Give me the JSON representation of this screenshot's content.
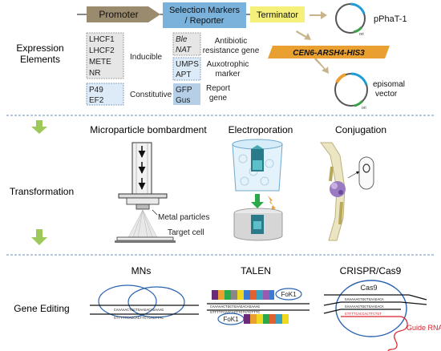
{
  "sections": {
    "expression": "Expression\nElements",
    "transformation": "Transformation",
    "gene_editing": "Gene Editing"
  },
  "cassette": {
    "promoter": "Promoter",
    "selection": "Selection Markers\n/ Reporter",
    "terminator": "Terminator"
  },
  "plasmids": {
    "phat": "pPhaT-1",
    "cen": "CEN6-ARSH4-HIS3",
    "episomal": "episomal\nvector",
    "ori": "ori"
  },
  "promoters": {
    "inducible_items": [
      "LHCF1",
      "LHCF2",
      "METE",
      "NR"
    ],
    "inducible_label": "Inducible",
    "constitutive_items": [
      "P49",
      "EF2"
    ],
    "constitutive_label": "Constitutive"
  },
  "markers": {
    "antibiotic_items": [
      "Ble",
      "NAT"
    ],
    "antibiotic_label": "Antibiotic\nresistance gene",
    "auxotrophic_items": [
      "UMPS",
      "APT"
    ],
    "auxotrophic_label": "Auxotrophic\nmarker",
    "report_items": [
      "GFP",
      "Gus"
    ],
    "report_label": "Report\ngene"
  },
  "methods": {
    "bombardment": "Microparticle bombardment",
    "electroporation": "Electroporation",
    "conjugation": "Conjugation",
    "metal_particles": "Metal particles",
    "target_cell": "Target cell"
  },
  "editing": {
    "mns": "MNs",
    "talen": "TALEN",
    "crispr": "CRISPR/Cas9",
    "fok1": "FoK1",
    "cas9": "Cas9",
    "guide_rna": "Guide RNA",
    "dna_top": "CAAAAACTGGTGAAGACAGAAAG",
    "dna_bottom": "GTTTTTCACCACTTCTGTCTTTC",
    "talen_top": "CAAAAACTGGTGAAGACAGAAAG",
    "talen_bottom": "GTTTTTCACCACTTCTGTCTTTC",
    "crispr_top": "GAAAAAGTGGTGAAGACA",
    "crispr_mid": "GAAAAAGTGGTGAAGACA",
    "crispr_bottom": "GTTTTCACCACTTCTGT"
  },
  "colors": {
    "promoter": "#9a8a6e",
    "selection": "#7ab2dc",
    "terminator": "#f4f07a",
    "arrow_tan": "#c8b48a",
    "green_arrow": "#9cc95a",
    "ellipse": "#2a64b0",
    "guide": "#d8202a",
    "inducible_bg": "#e6e6e6",
    "constitutive_bg": "#dcebf7",
    "antibiotic_bg": "#e6e6e6",
    "auxotrophic_bg": "#dcebf7",
    "report_bg": "#b6cfe8"
  }
}
